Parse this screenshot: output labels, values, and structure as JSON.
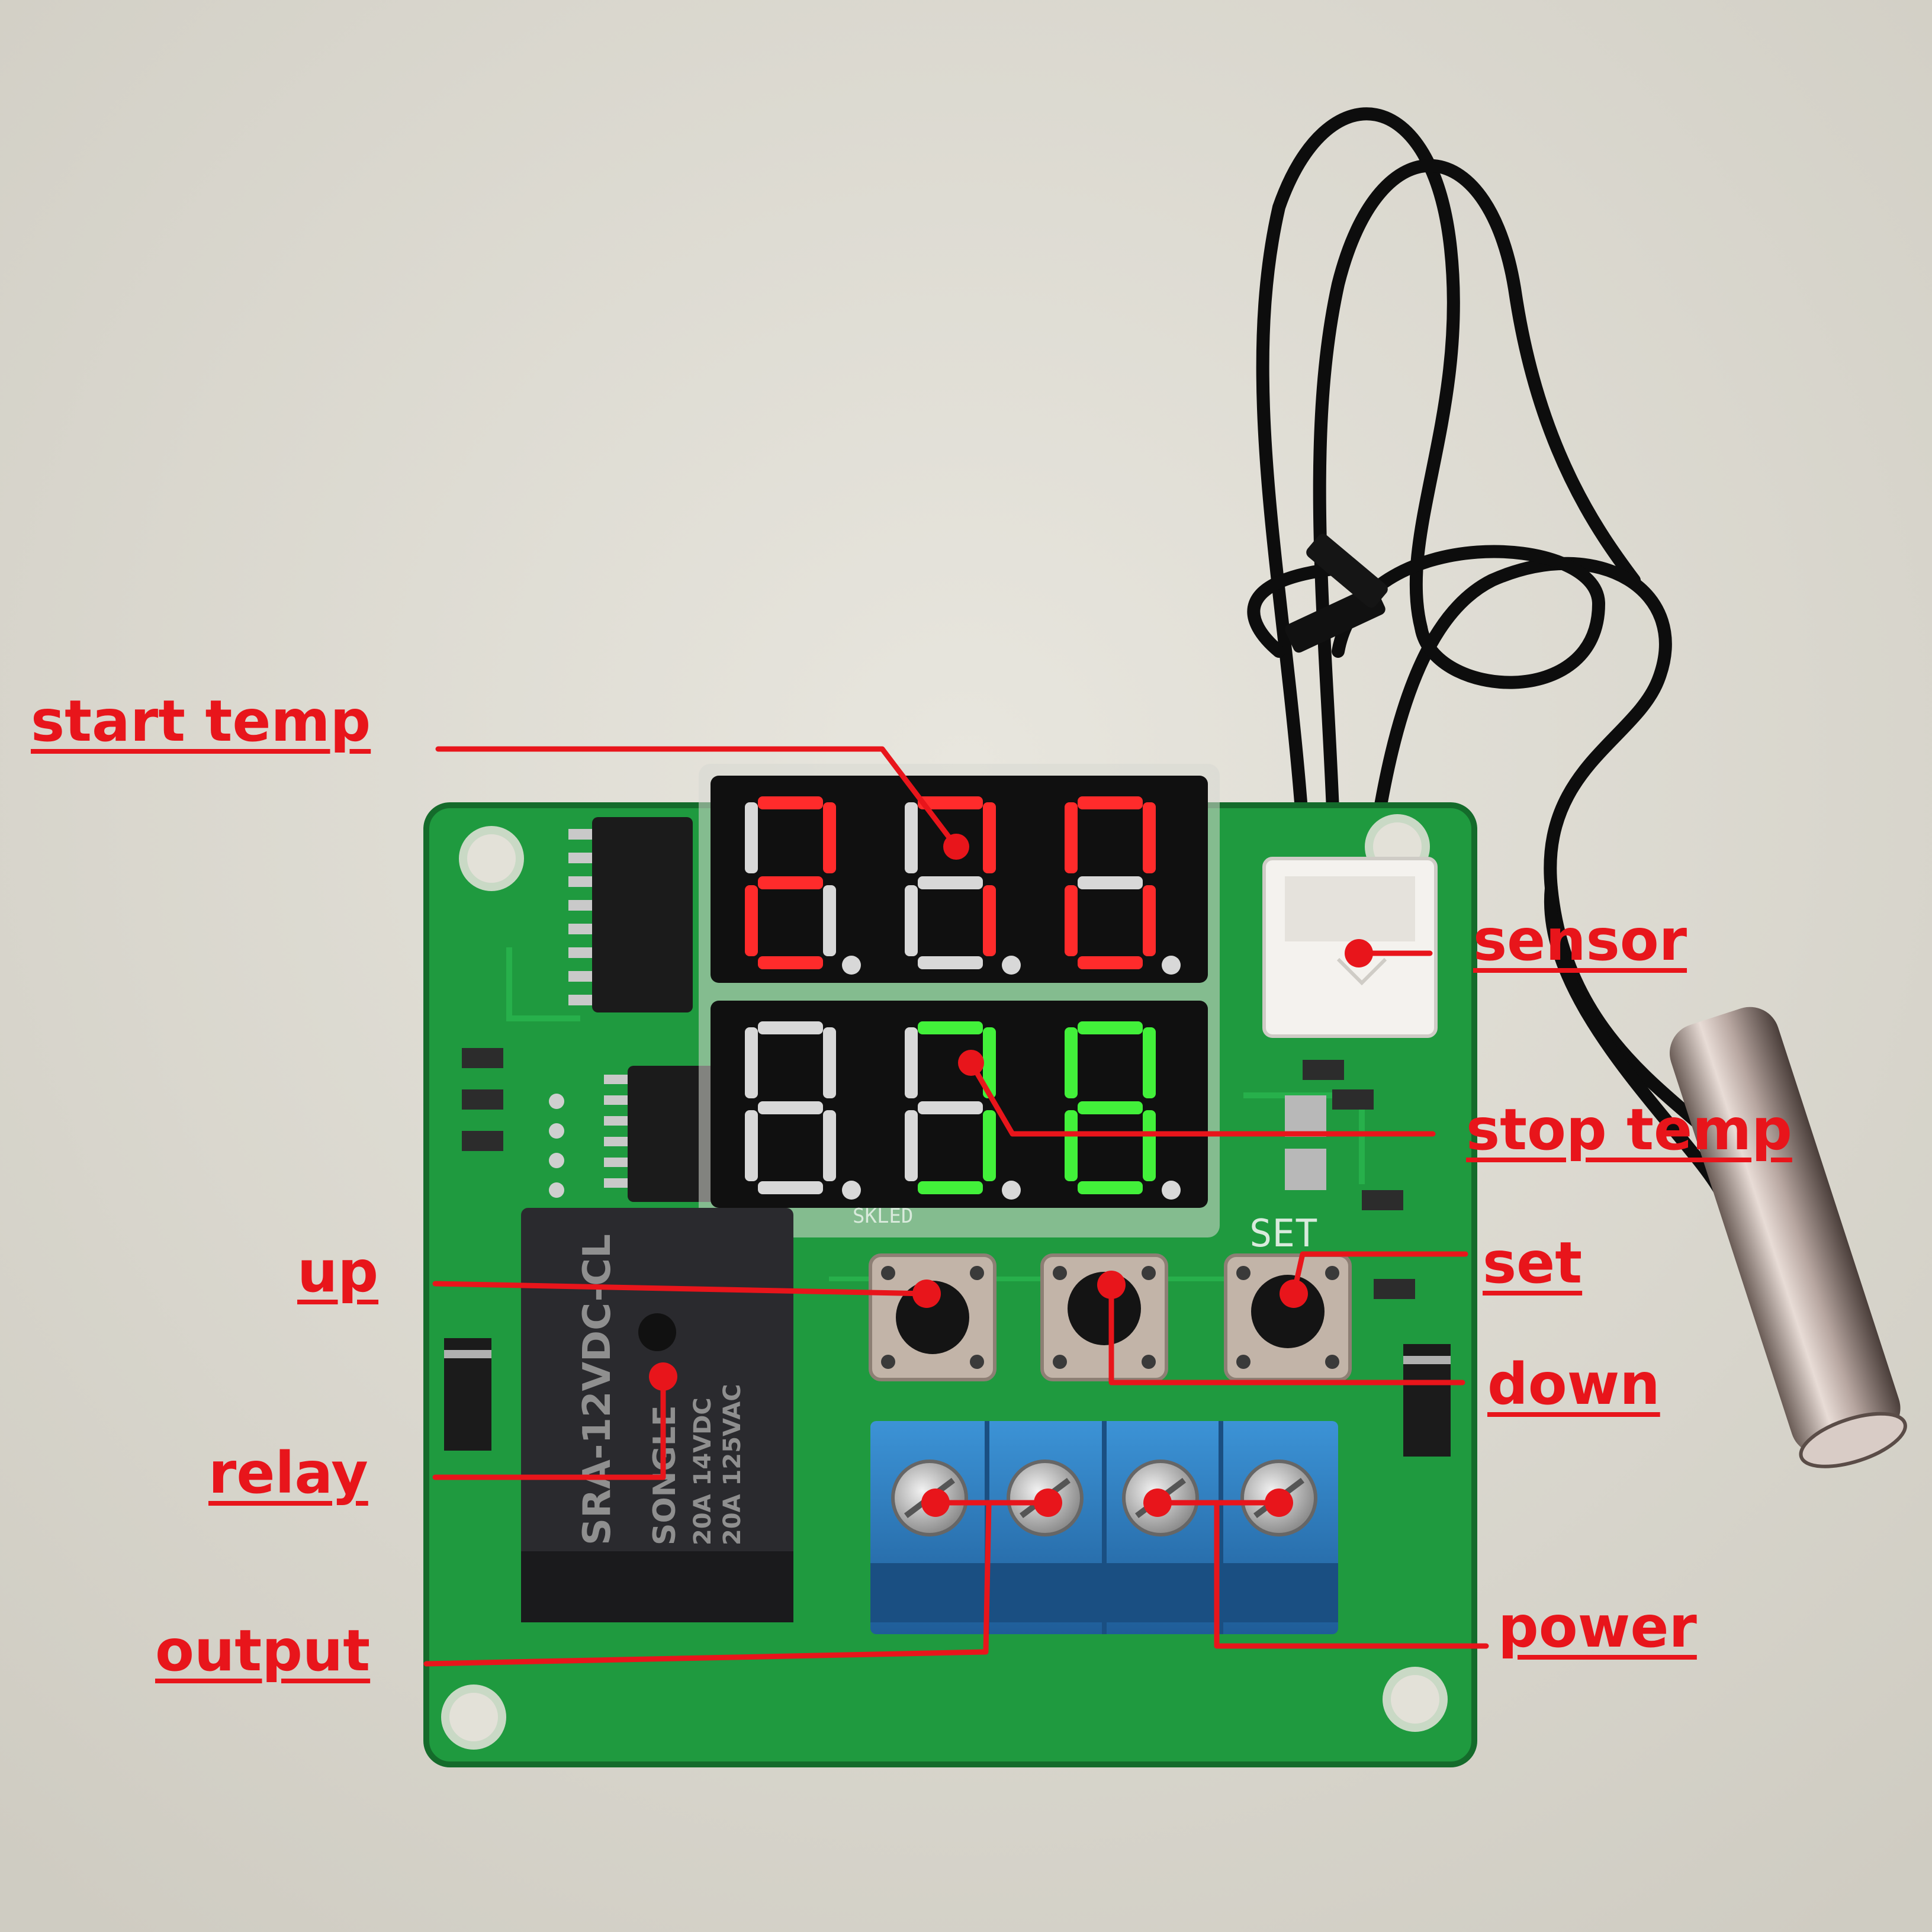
{
  "image_title": "",
  "colors": {
    "callout": "#e8151b",
    "pcb": "#1f9a3f",
    "background": "#e3e1d8",
    "display_red": "#ff2b2b",
    "display_green": "#42f03a",
    "terminal_blue": "#2f82c8",
    "relay_body": "#2a2a2e"
  },
  "labels": {
    "start_temp": "start temp",
    "stop_temp": "stop temp",
    "sensor": "sensor",
    "up": "up",
    "down": "down",
    "set": "set",
    "relay": "relay",
    "output": "output",
    "power": "power"
  },
  "board": {
    "silkscreen_set": "SET",
    "display_module_text": "SKLED"
  },
  "relay": {
    "brand": "SONGLE",
    "model": "SRA-12VDC-CL",
    "rating_1": "20A 14VDC",
    "rating_2": "20A 125VAC"
  }
}
